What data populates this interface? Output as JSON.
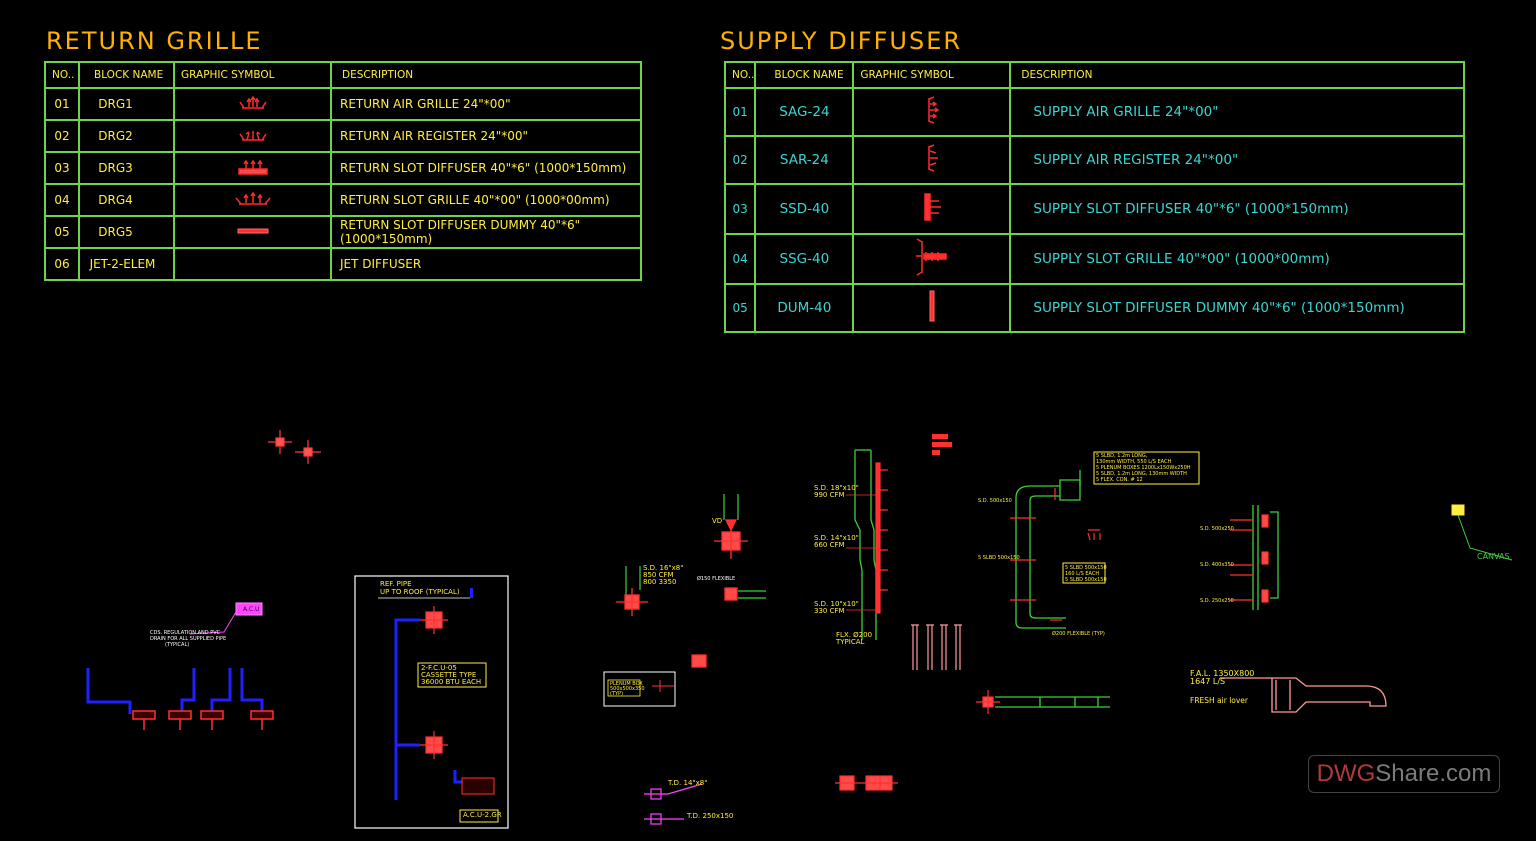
{
  "return_grille": {
    "title": "RETURN GRILLE",
    "headers": [
      "NO..",
      "BLOCK NAME",
      "GRAPHIC SYMBOL",
      "DESCRIPTION"
    ],
    "rows": [
      {
        "no": "01",
        "block": "DRG1",
        "desc": "RETURN AIR GRILLE 24\"*00\""
      },
      {
        "no": "02",
        "block": "DRG2",
        "desc": "RETURN AIR REGISTER 24\"*00\""
      },
      {
        "no": "03",
        "block": "DRG3",
        "desc": "RETURN SLOT DIFFUSER 40\"*6\" (1000*150mm)"
      },
      {
        "no": "04",
        "block": "DRG4",
        "desc": "RETURN SLOT GRILLE 40\"*00\" (1000*00mm)"
      },
      {
        "no": "05",
        "block": "DRG5",
        "desc": "RETURN SLOT DIFFUSER DUMMY 40\"*6\" (1000*150mm)"
      },
      {
        "no": "06",
        "block": "JET-2-ELEM",
        "desc": "JET DIFFUSER"
      }
    ]
  },
  "supply_diffuser": {
    "title": "SUPPLY DIFFUSER",
    "headers": [
      "NO..",
      "BLOCK NAME",
      "GRAPHIC SYMBOL",
      "DESCRIPTION"
    ],
    "rows": [
      {
        "no": "01",
        "block": "SAG-24",
        "desc": "SUPPLY AIR GRILLE 24\"*00\""
      },
      {
        "no": "02",
        "block": "SAR-24",
        "desc": "SUPPLY AIR REGISTER 24\"*00\""
      },
      {
        "no": "03",
        "block": "SSD-40",
        "desc": "SUPPLY SLOT DIFFUSER 40\"*6\" (1000*150mm)"
      },
      {
        "no": "04",
        "block": "SSG-40",
        "desc": "SUPPLY SLOT GRILLE 40\"*00\" (1000*00mm)"
      },
      {
        "no": "05",
        "block": "DUM-40",
        "desc": "SUPPLY SLOT DIFFUSER DUMMY 40\"*6\" (1000*150mm)"
      }
    ]
  },
  "drawing_labels": {
    "acu": "A.C.U",
    "acu_note_1": "CDS. REGULATION AND PVC",
    "acu_note_2": "DRAIN FOR ALL SUPPLIED PIPE",
    "acu_note_3": "(TYPICAL)",
    "ref_pipe_1": "REF. PIPE",
    "ref_pipe_2": "UP TO ROOF (TYPICAL)",
    "fcu_1": "2-F.C.U-05",
    "fcu_2": "CASSETTE TYPE",
    "fcu_3": "36000 BTU EACH",
    "acu_2gr": "A.C.U-2.GR",
    "sd_16x8_1": "S.D. 16\"x8\"",
    "sd_16x8_2": "850 CFM",
    "sd_16x8_3": "800 3350",
    "flexible_1": "Ø150 FLEXIBLE",
    "vd": "VD",
    "plenum_box_1": "PLENUM BOX",
    "plenum_box_2": "500x500x350",
    "plenum_box_3": "(TYP)",
    "td_14x8": "T.D. 14\"x8\"",
    "td_250x150": "T.D. 250x150",
    "sd_18x10_1": "S.D. 18\"x10\"",
    "sd_18x10_2": "990 CFM",
    "sd_14x10_1": "S.D. 14\"x10\"",
    "sd_14x10_2": "660 CFM",
    "sd_10x10_1": "S.D. 10\"x10\"",
    "sd_10x10_2": "330 CFM",
    "flx_1": "FLX. Ø200",
    "flx_2": "TYPICAL",
    "note_box_1": "5 SLBD, 1.2m LONG,",
    "note_box_2": "130mm WIDTH, 550 L/S EACH",
    "note_box_3": "5 PLENUM BOXES 1200Lx150Wx250H",
    "note_box_4": "5 SLBD, 1.2m LONG, 130mm WIDTH",
    "note_box_5": "5 FLEX. CON. # 12",
    "sd_mid_1": "S.D. 500x150",
    "sd_mid_2": "5 SLBD 500x150",
    "mid_note_1": "5 SLBD 500x150",
    "mid_note_2": "160 L/S EACH",
    "mid_note_3": "5 SLBD 500x150",
    "flexible_2": "Ø200 FLEXIBLE (TYP)",
    "sd_right_1": "S.D. 500x250",
    "sd_right_2": "S.D. 400x350",
    "sd_right_3": "S.D. 250x250",
    "fal_1": "F.A.L. 1350X800",
    "fal_2": "1647 L/S",
    "fresh": "FRESH air lover",
    "canvas": "CANVAS"
  },
  "watermark": {
    "part1": "DWG",
    "part2": "Share.com"
  },
  "colors": {
    "grid": "#6fd24a",
    "title": "#ffb000",
    "text_yellow": "#ffee40",
    "text_cyan": "#3ad5d0",
    "cad_red": "#ff2a2a",
    "cad_pink": "#ff9a9a",
    "cad_green": "#6fd24a",
    "cad_blue": "#1f1fff",
    "cad_magenta": "#ff44ff"
  }
}
